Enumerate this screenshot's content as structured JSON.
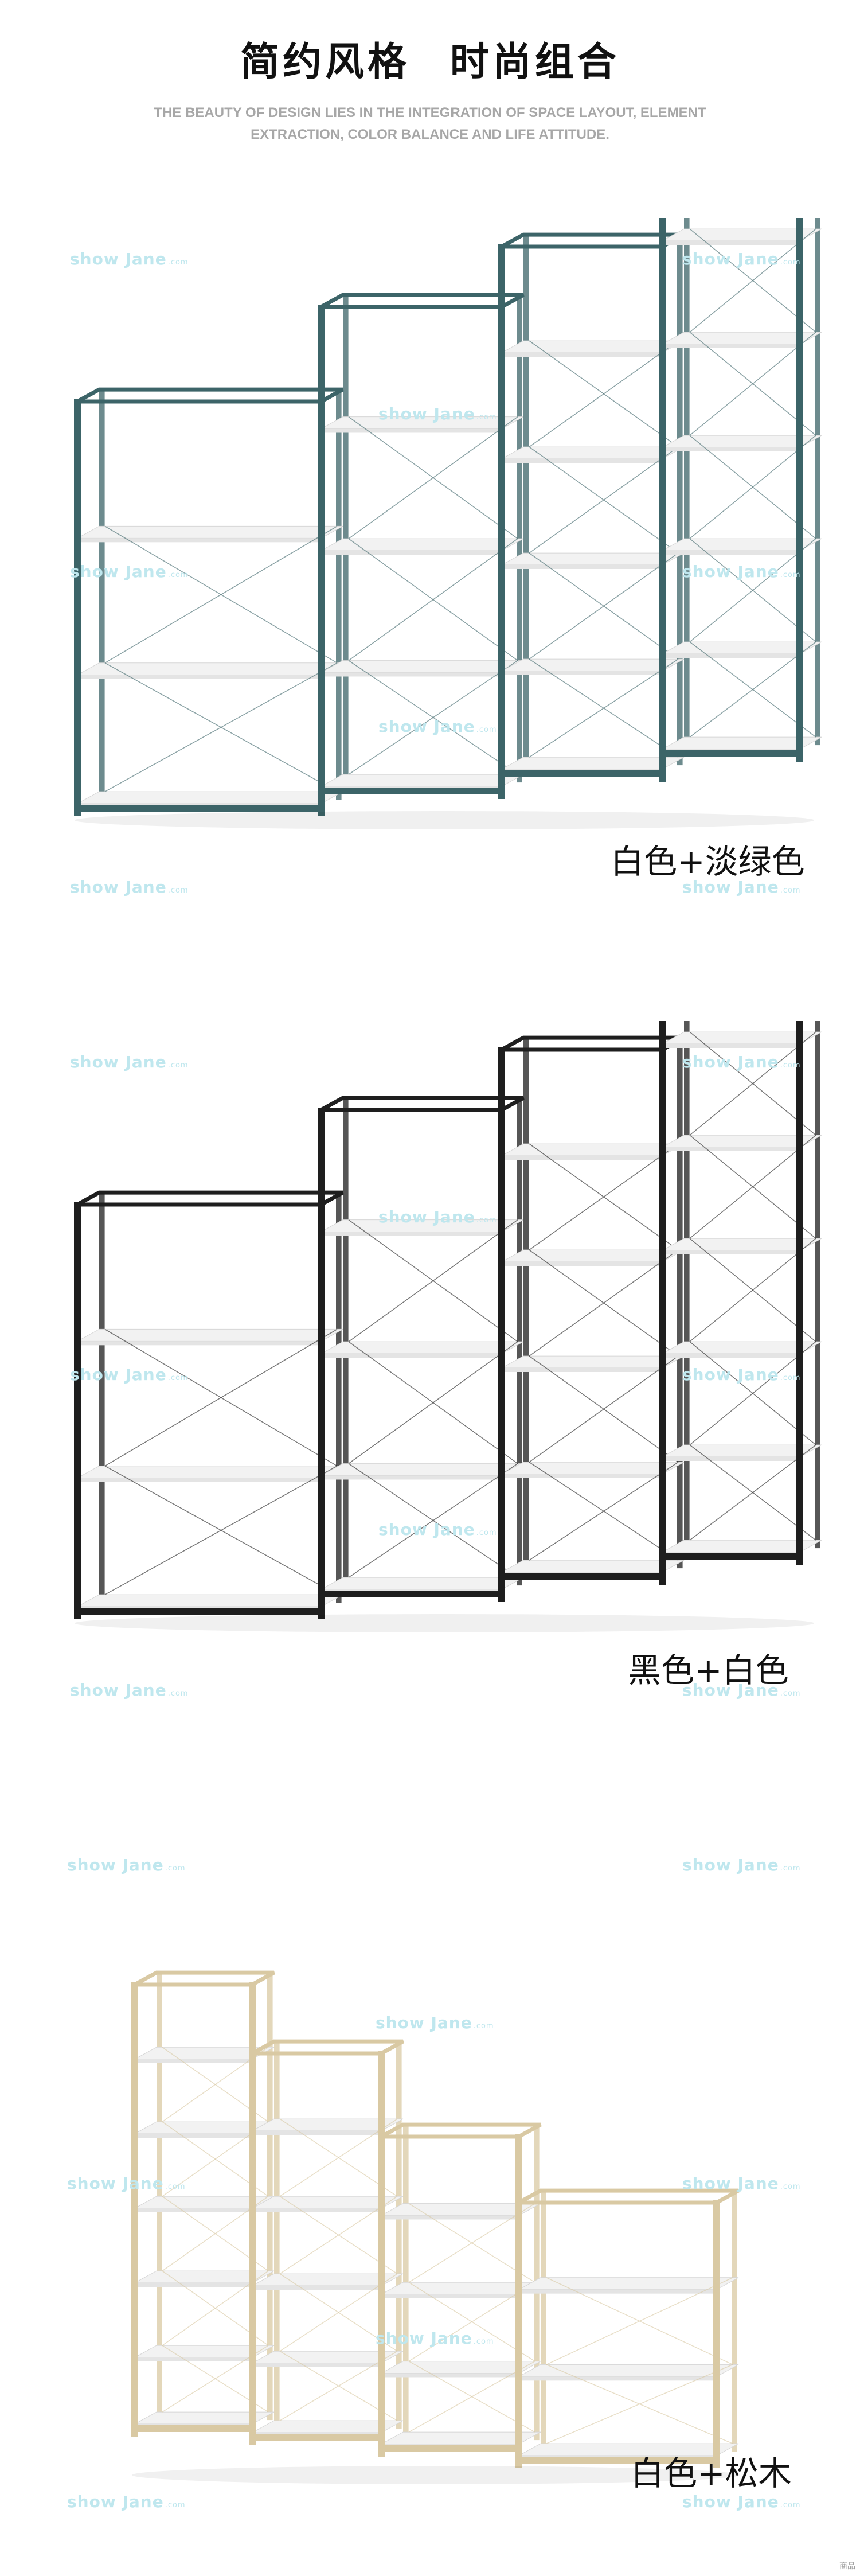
{
  "header": {
    "title": "简约风格   时尚组合",
    "subtitle": "THE BEAUTY OF DESIGN LIES IN THE INTEGRATION OF SPACE LAYOUT, ELEMENT EXTRACTION, COLOR BALANCE AND LIFE ATTITUDE."
  },
  "watermark": {
    "text": "show Jane",
    "suffix": ".com"
  },
  "variants": [
    {
      "caption": "白色+淡绿色",
      "frame_color": "#3c6468"
    },
    {
      "caption": "黑色+白色",
      "frame_color": "#1e1e1e"
    },
    {
      "caption": "白色+松木",
      "frame_color": "#d9c9a3"
    }
  ],
  "footer_badge": "商品"
}
